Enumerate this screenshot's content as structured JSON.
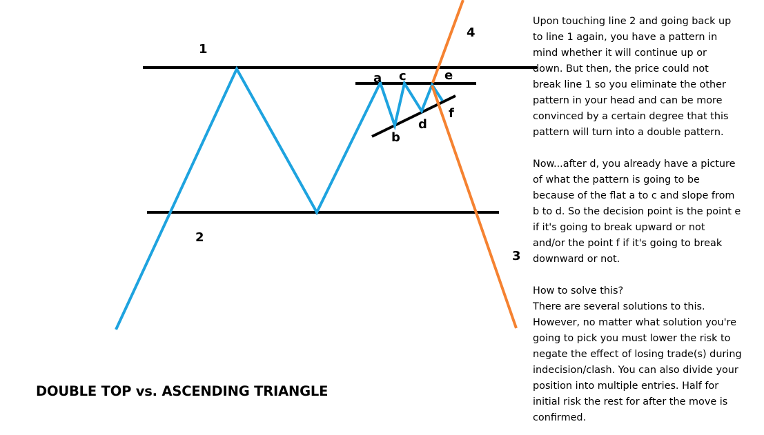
{
  "diagram": {
    "colors": {
      "price_line": "#1ea3df",
      "support_resistance": "#000000",
      "breakout": "#f58231"
    },
    "line_labels": {
      "line1": "1",
      "line2": "2",
      "line3": "3",
      "line4": "4"
    },
    "point_labels": {
      "a": "a",
      "b": "b",
      "c": "c",
      "d": "d",
      "e": "e",
      "f": "f"
    }
  },
  "notes": {
    "p1": "Upon touching line 2 and going back up\nto line 1 again, you have a pattern in\nmind whether it will continue up or\ndown. But then, the price could not\nbreak line 1 so you eliminate the other\npattern in your head and can be more\nconvinced by a certain degree that this\npattern will turn into a double pattern.",
    "p2": "Now...after d, you already have a picture\nof what the pattern is going to be\nbecause of the flat a to c and slope from\nb to d. So the decision point is the point e\nif it's going to break upward or not\nand/or the point f if it's going to break\ndownward or not.",
    "p3": "How to solve this?\nThere are several solutions to this.\nHowever, no matter what solution you're\ngoing to pick you must lower the risk to\nnegate the effect of losing trade(s) during\nindecision/clash. You can also divide your\nposition into multiple entries. Half for\ninitial risk the rest for after the move is\nconfirmed."
  },
  "title": "DOUBLE TOP vs. ASCENDING TRIANGLE"
}
